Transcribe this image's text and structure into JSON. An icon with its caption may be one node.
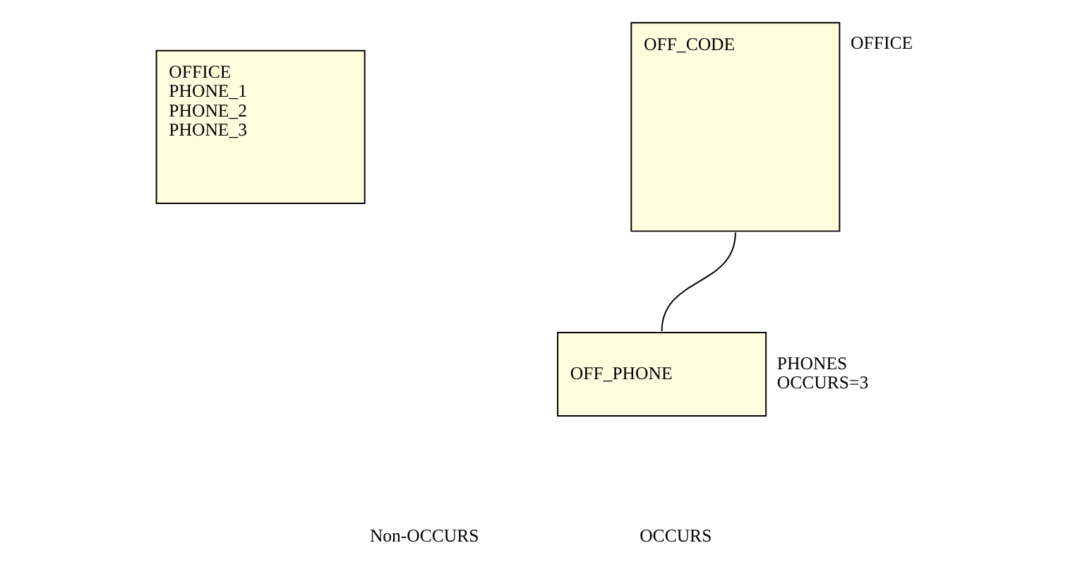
{
  "diagram": {
    "nodes": [
      {
        "text": [
          "OFFICE",
          "PHONE_1",
          "PHONE_2",
          "PHONE_3"
        ]
      },
      {
        "text": [
          "OFF_CODE"
        ],
        "beside": [
          "OFFICE"
        ]
      },
      {
        "text": [
          "OFF_PHONE"
        ],
        "beside": [
          "PHONES OCCURS=3"
        ]
      }
    ],
    "edges": [
      {
        "from": 1,
        "to": 2,
        "arrow": "none"
      }
    ],
    "labels": [
      "Non-OCCURS",
      "OCCURS"
    ]
  }
}
